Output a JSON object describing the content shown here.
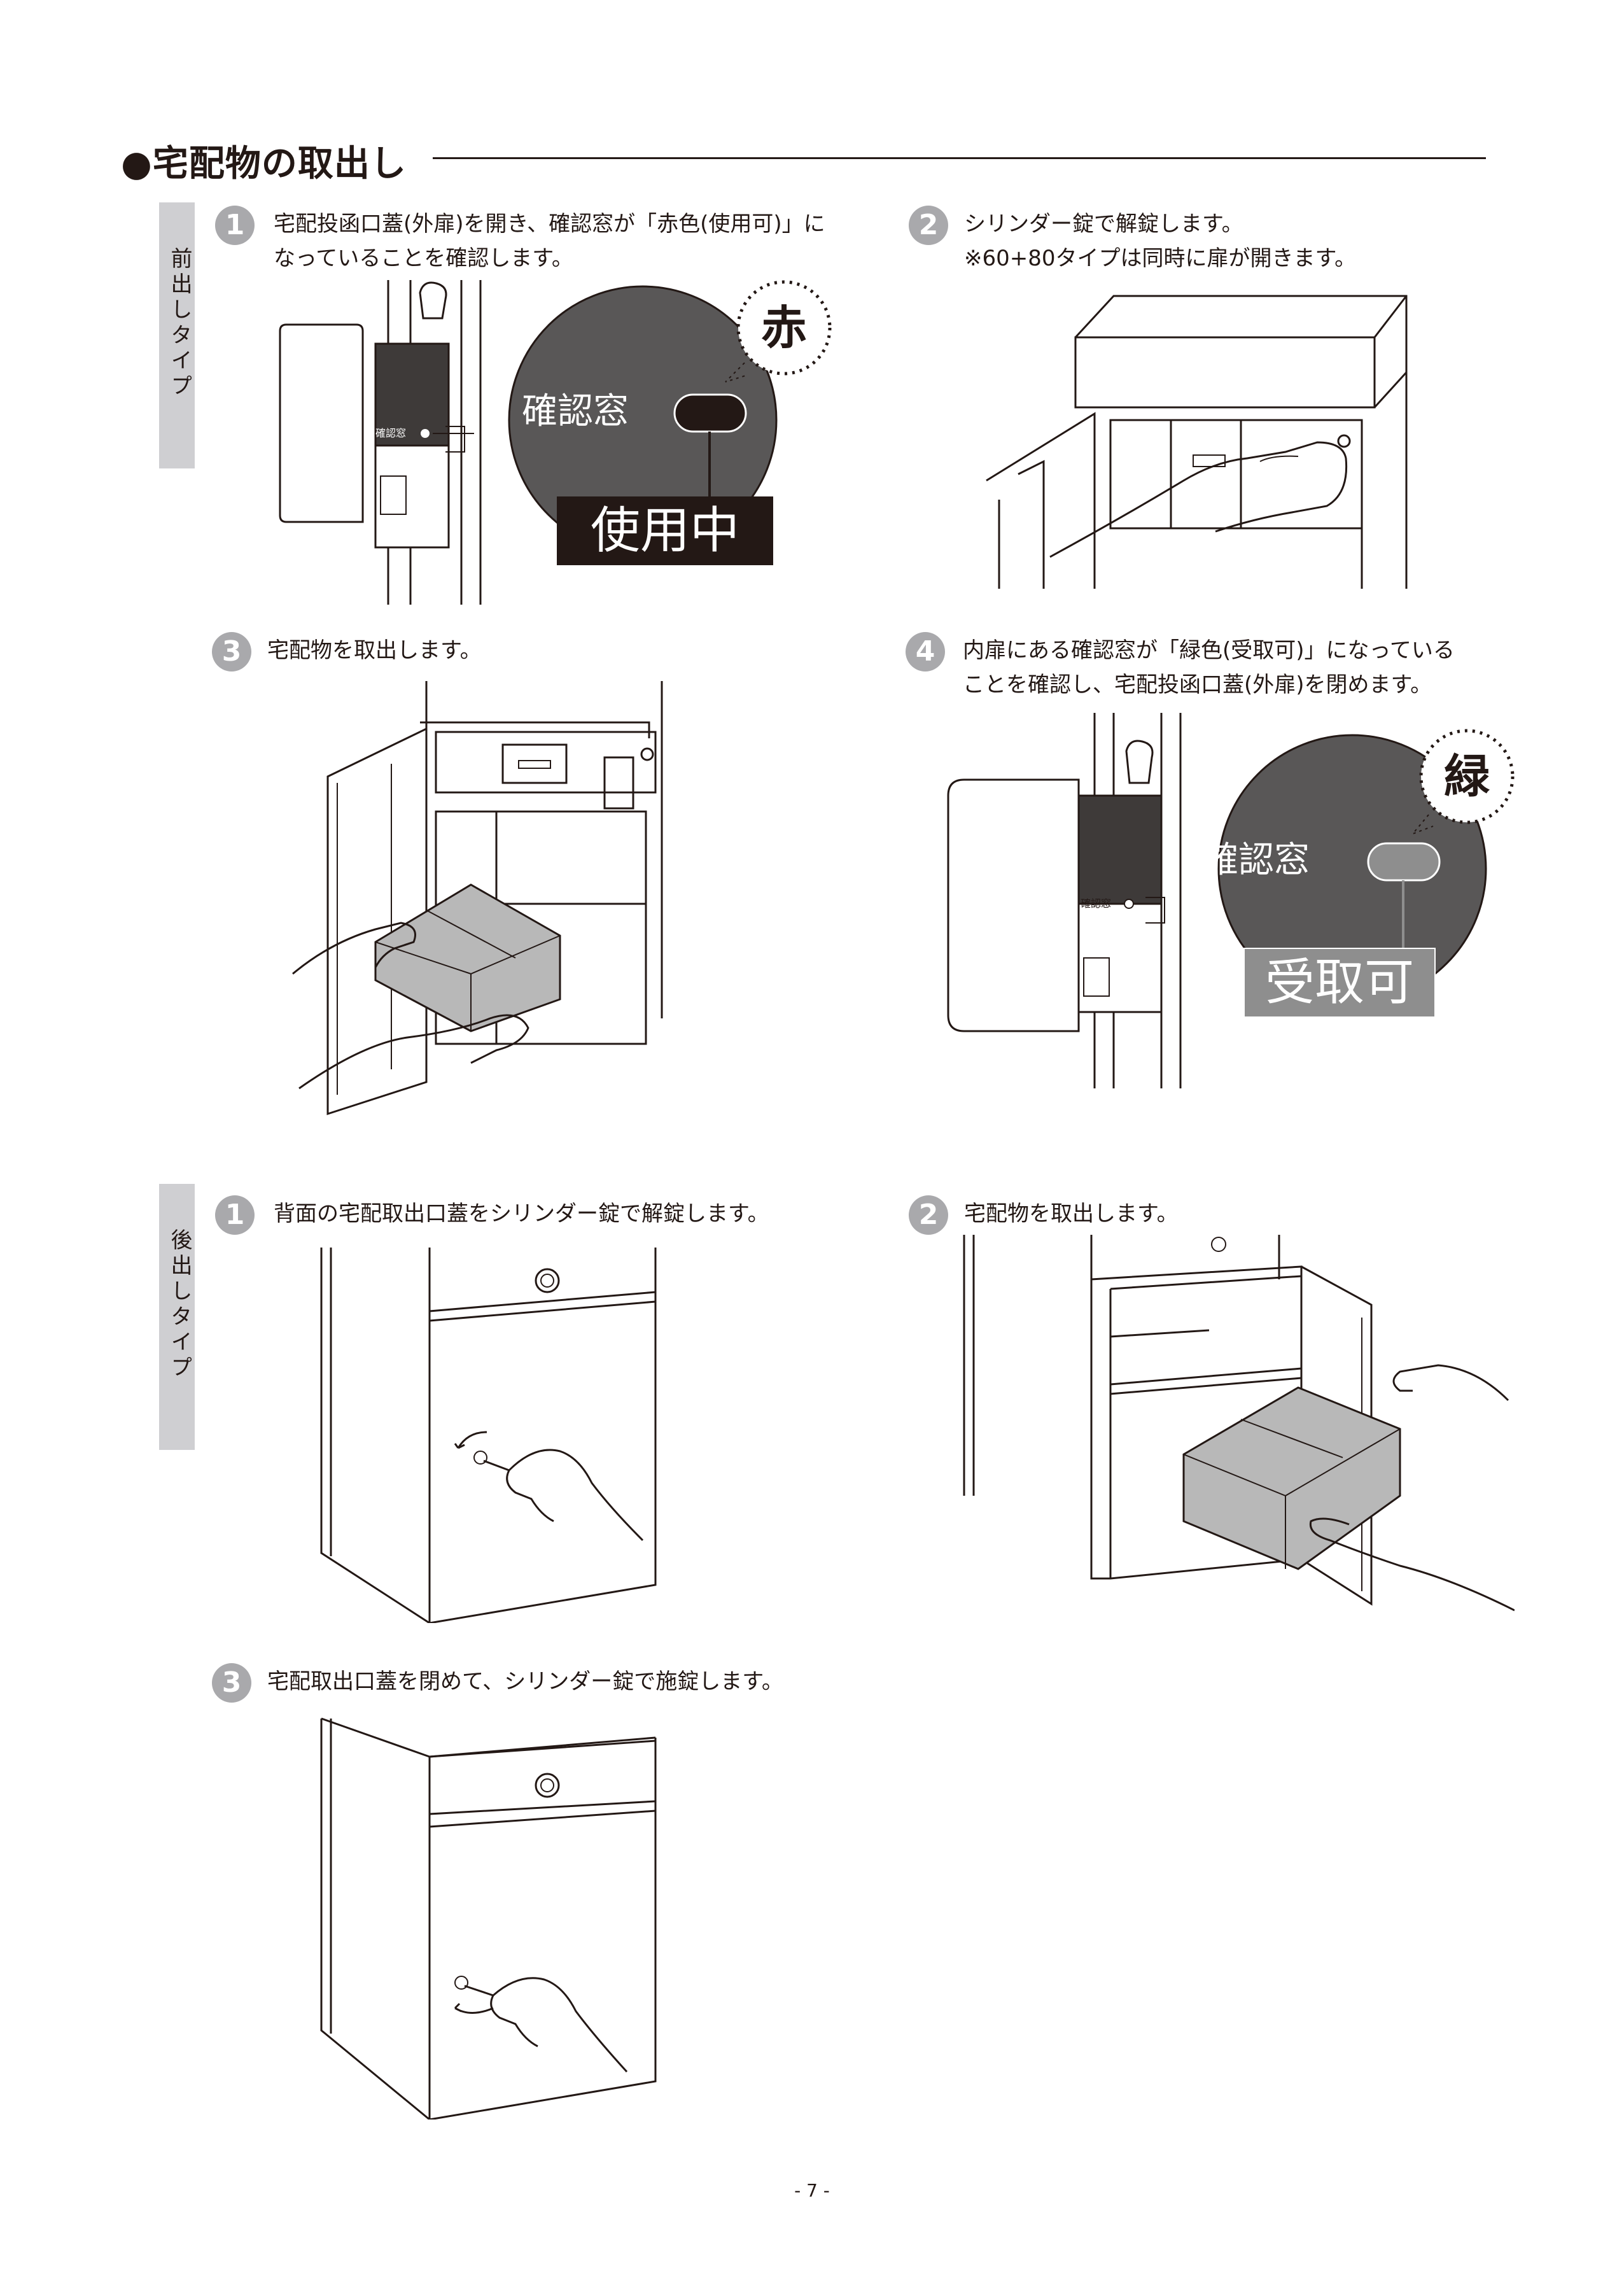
{
  "section": {
    "title": "●宅配物の取出し"
  },
  "front": {
    "label": "前出しタイプ",
    "steps": [
      {
        "num": "1",
        "lines": [
          "宅配投函口蓋(外扉)を開き、確認窓が「赤色(使用可)」に",
          "なっていることを確認します。"
        ]
      },
      {
        "num": "2",
        "lines": [
          "シリンダー錠で解錠します。",
          "※60+80タイプは同時に扉が開きます。"
        ]
      },
      {
        "num": "3",
        "lines": [
          "宅配物を取出します。"
        ]
      },
      {
        "num": "4",
        "lines": [
          "内扉にある確認窓が「緑色(受取可)」になっている",
          "ことを確認し、宅配投函口蓋(外扉)を閉めます。"
        ]
      }
    ],
    "callout1": {
      "badge": "赤",
      "window_label": "確認窓",
      "status": "使用中",
      "small_label": "確認窓"
    },
    "callout4": {
      "badge": "緑",
      "window_label": "確認窓",
      "status": "受取可",
      "small_label": "確認窓"
    }
  },
  "rear": {
    "label": "後出しタイプ",
    "steps": [
      {
        "num": "1",
        "lines": [
          "背面の宅配取出口蓋をシリンダー錠で解錠します。"
        ]
      },
      {
        "num": "2",
        "lines": [
          "宅配物を取出します。"
        ]
      },
      {
        "num": "3",
        "lines": [
          "宅配取出口蓋を閉めて、シリンダー錠で施錠します。"
        ]
      }
    ]
  },
  "footer": {
    "page": "- 7 -"
  },
  "colors": {
    "badge_gray": "#a9a9ac",
    "tab_gray": "#cfcfd2",
    "callout_dark": "#595757",
    "status_black": "#231815",
    "status_gray": "#8e8e8e",
    "ink": "#231815"
  }
}
